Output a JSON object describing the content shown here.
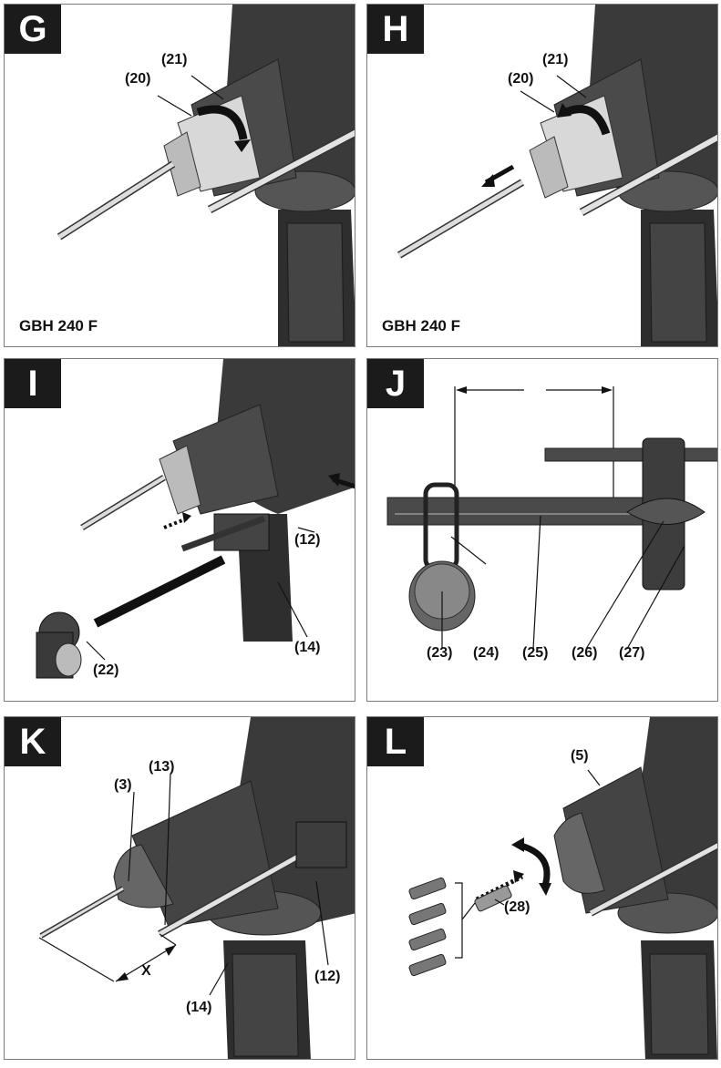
{
  "panels": [
    {
      "letter": "G",
      "model": "GBH 240 F",
      "labels": [
        "(21)",
        "(20)"
      ]
    },
    {
      "letter": "H",
      "model": "GBH 240 F",
      "labels": [
        "(21)",
        "(20)"
      ]
    },
    {
      "letter": "I",
      "labels": [
        "(12)",
        "(14)",
        "(22)"
      ]
    },
    {
      "letter": "J",
      "labels": [
        "(23)",
        "(24)",
        "(25)",
        "(26)",
        "(27)"
      ]
    },
    {
      "letter": "K",
      "labels": [
        "(13)",
        "(3)",
        "X",
        "(14)",
        "(12)"
      ]
    },
    {
      "letter": "L",
      "labels": [
        "(5)",
        "(28)"
      ]
    }
  ],
  "colors": {
    "tool_body": "#3a3a3a",
    "grip": "#2e2e2e",
    "metal": "#cfcfcf",
    "frame": "#7a7a7a"
  }
}
